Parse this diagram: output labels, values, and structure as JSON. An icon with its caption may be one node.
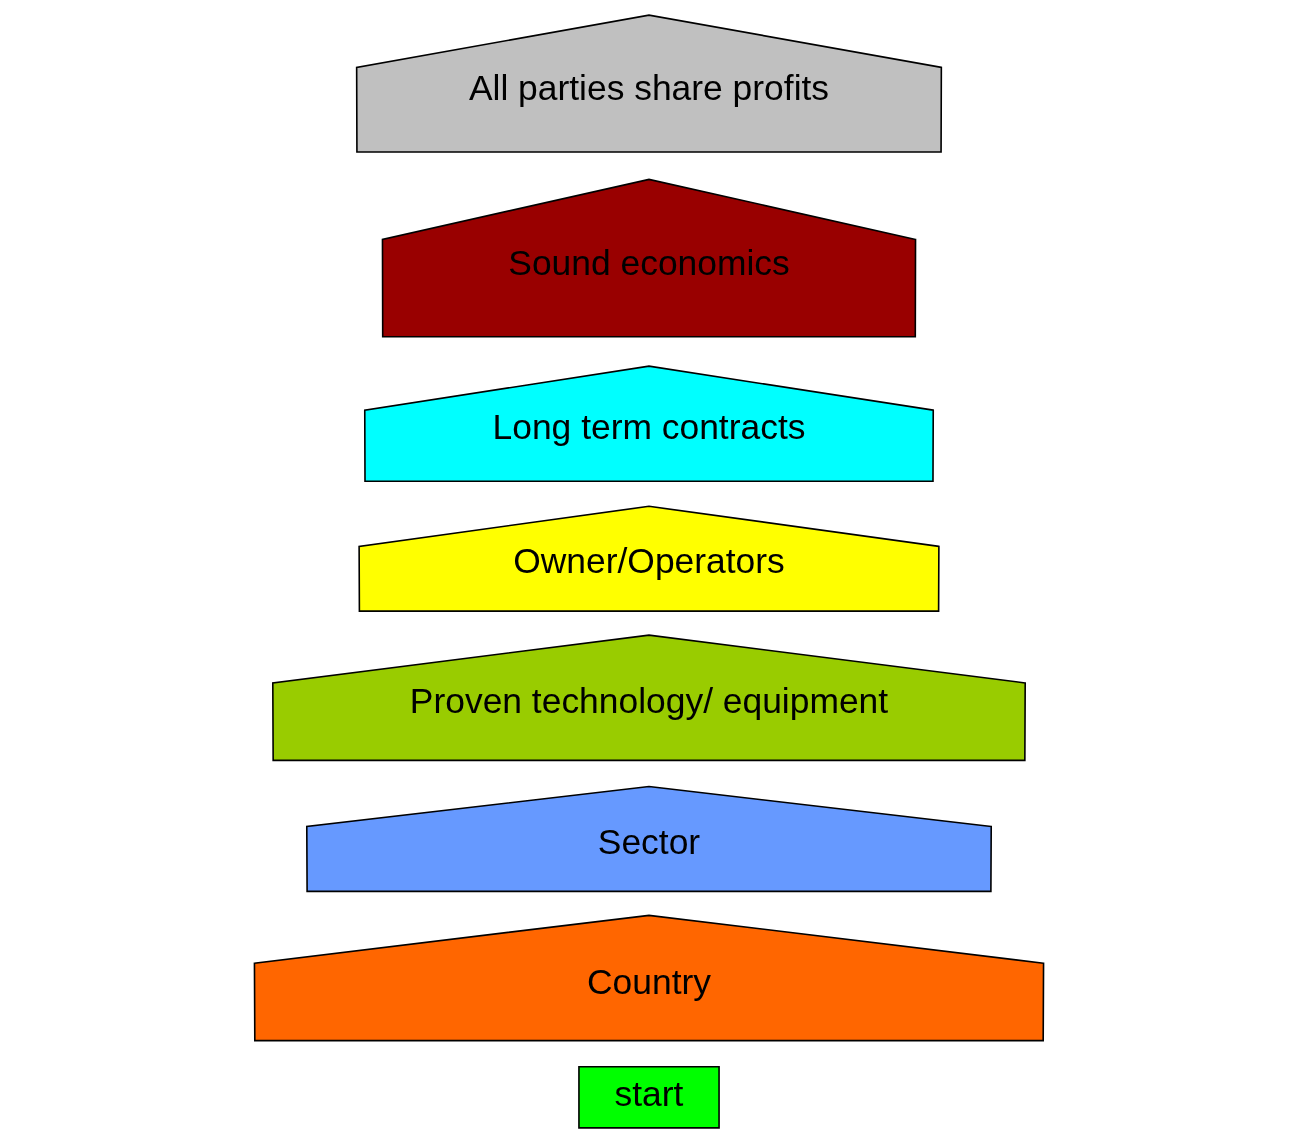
{
  "diagram": {
    "nodes": [
      {
        "text": [
          "All parties share profits"
        ]
      },
      {
        "text": [
          "Sound economics"
        ]
      },
      {
        "text": [
          "Long term contracts"
        ]
      },
      {
        "text": [
          "Owner/Operators"
        ]
      },
      {
        "text": [
          "Proven technology/ equipment"
        ]
      },
      {
        "text": [
          "Sector"
        ]
      },
      {
        "text": [
          "Country"
        ]
      },
      {
        "text": [
          "start"
        ]
      }
    ]
  }
}
